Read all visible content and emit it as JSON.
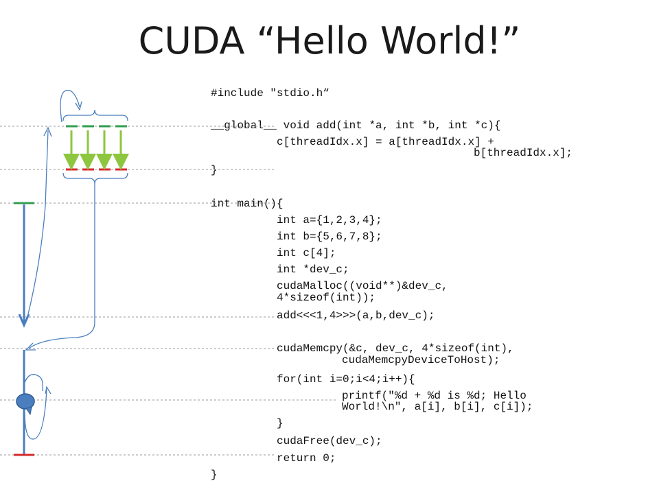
{
  "slide": {
    "title": "CUDA “Hello World!”"
  },
  "code_lines": [
    {
      "text": "#include \"stdio.h“"
    },
    {
      "text": "__global__ void add(int *a, int *b, int *c){"
    },
    {
      "text": "c[threadIdx.x] = a[threadIdx.x] +"
    },
    {
      "text": "b[threadIdx.x];"
    },
    {
      "text": "}"
    },
    {
      "text": "int main(){"
    },
    {
      "text": "int a={1,2,3,4};"
    },
    {
      "text": "int b={5,6,7,8};"
    },
    {
      "text": "int c[4];"
    },
    {
      "text": "int *dev_c;"
    },
    {
      "text": "cudaMalloc((void**)&dev_c,"
    },
    {
      "text": "4*sizeof(int));"
    },
    {
      "text": "add<<<1,4>>>(a,b,dev_c);"
    },
    {
      "text": "cudaMemcpy(&c, dev_c, 4*sizeof(int),"
    },
    {
      "text": "cudaMemcpyDeviceToHost);"
    },
    {
      "text": "for(int i=0;i<4;i++){"
    },
    {
      "text": "printf(\"%d + %d is %d; Hello"
    },
    {
      "text": "World!\\n\", a[i], b[i], c[i]);"
    },
    {
      "text": "}"
    },
    {
      "text": "cudaFree(dev_c);"
    },
    {
      "text": "return 0;"
    },
    {
      "text": "}"
    }
  ],
  "colors": {
    "device_start": "#2e9e4f",
    "device_end": "#d42a2a",
    "thread_arrow": "#8dc63f",
    "host_line": "#4a7ebf",
    "guide_line": "#999999"
  },
  "icons": {
    "speech_bubble": "speech-bubble-icon"
  }
}
